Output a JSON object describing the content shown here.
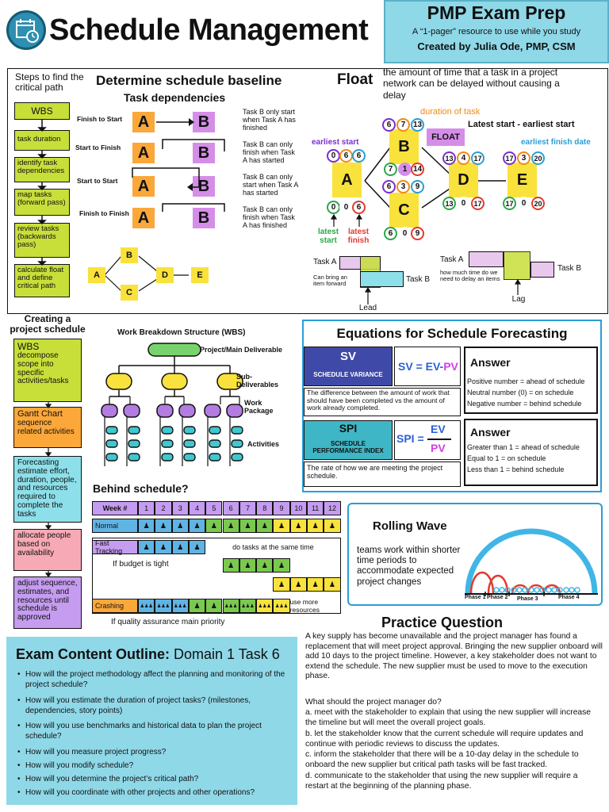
{
  "header": {
    "title": "Schedule Management",
    "badge_title": "PMP Exam Prep",
    "badge_subtitle": "A “1-pager” resource to use while you study",
    "badge_author": "Created by Julia Ode, PMP, CSM"
  },
  "critical_path": {
    "title": "Steps to find the critical path",
    "steps": [
      "WBS",
      "task duration",
      "identify task dependencies",
      "map tasks (forward pass)",
      "review tasks (backwards pass)",
      "calculate float and define critical path"
    ]
  },
  "baseline": {
    "title": "Determine schedule baseline",
    "subtitle": "Task dependencies",
    "deps": [
      {
        "type": "Finish to Start",
        "desc": "Task B only start when Task A has finished"
      },
      {
        "type": "Start to Finish",
        "desc": "Task B can only finish when Task A has started"
      },
      {
        "type": "Start to Start",
        "desc": "Task B can only start when Task A has started"
      },
      {
        "type": "Finish to Finish",
        "desc": "Task B can only finish when Task A has finished"
      }
    ],
    "node_a": "A",
    "node_b": "B",
    "network": [
      "A",
      "B",
      "C",
      "D",
      "E"
    ]
  },
  "float": {
    "title": "Float",
    "description": "the amount of time that a task in a project network can be delayed without causing a delay",
    "label_duration": "duration of task",
    "label_float": "FLOAT",
    "label_latest_minus_earliest": "Latest start - earliest start",
    "label_earliest_start": "earliest start",
    "label_earliest_finish": "earliest finish date",
    "label_latest_start": "latest start",
    "label_latest_finish": "latest finish",
    "nodes": {
      "A": {
        "label": "A",
        "top": [
          "0",
          "6",
          "6"
        ],
        "bottom": [
          "0",
          "0",
          "6"
        ]
      },
      "B": {
        "label": "B",
        "top": [
          "6",
          "7",
          "13"
        ],
        "bottom": [
          "7",
          "1",
          "14"
        ]
      },
      "C": {
        "label": "C",
        "top": [
          "6",
          "3",
          "9"
        ],
        "bottom": [
          "6",
          "0",
          "9"
        ]
      },
      "D": {
        "label": "D",
        "top": [
          "13",
          "4",
          "17"
        ],
        "bottom": [
          "13",
          "0",
          "17"
        ]
      },
      "E": {
        "label": "E",
        "top": [
          "17",
          "3",
          "20"
        ],
        "bottom": [
          "17",
          "0",
          "20"
        ]
      }
    },
    "lead": {
      "task_a": "Task A",
      "task_b": "Task B",
      "note": "Can bring an item forward",
      "label": "Lead"
    },
    "lag": {
      "task_a": "Task A",
      "task_b": "Task B",
      "note": "how much time do we need to delay an items",
      "label": "Lag"
    }
  },
  "create": {
    "title": "Creating a project schedule",
    "steps": [
      {
        "title": "WBS",
        "text": "decompose scope into specific activities/tasks"
      },
      {
        "title": "Gantt Chart",
        "text": "sequence related activities"
      },
      {
        "title": "Forecasting",
        "text": "estimate effort, duration, people, and resources required to complete the tasks"
      },
      {
        "title": "",
        "text": "allocate people based on availability"
      },
      {
        "title": "",
        "text": "adjust sequence, estimates, and resources until schedule is approved"
      }
    ]
  },
  "wbs": {
    "title": "Work Breakdown Structure (WBS)",
    "deliverable": "Project/Main Deliverable",
    "sub": "Sub-Deliverables",
    "package": "Work Package",
    "activities": "Activities"
  },
  "equations": {
    "title": "Equations for Schedule Forecasting",
    "sv": {
      "abbr": "SV",
      "name": "SCHEDULE VARIANCE",
      "formula_lhs": "SV = ",
      "formula_ev": "EV",
      "formula_minus": "-",
      "formula_pv": "PV",
      "desc": "The difference between the amount of work that should have been completed vs the amount of work already completed."
    },
    "sv_answer": {
      "title": "Answer",
      "lines": [
        "Positive number = ahead of schedule",
        "Neutral number (0) = on schedule",
        "Negative number = behind schedule"
      ]
    },
    "spi": {
      "abbr": "SPI",
      "name": "SCHEDULE PERFORMANCE INDEX",
      "formula_lhs": "SPI = ",
      "formula_ev": "EV",
      "formula_pv": "PV",
      "desc": "The rate of how we are meeting the project schedule."
    },
    "spi_answer": {
      "title": "Answer",
      "lines": [
        "Greater than 1 = ahead of schedule",
        "Equal to 1 = on schedule",
        "Less than 1 = behind schedule"
      ]
    }
  },
  "behind": {
    "title": "Behind schedule?",
    "week_label": "Week #",
    "weeks": [
      "1",
      "2",
      "3",
      "4",
      "5",
      "6",
      "7",
      "8",
      "9",
      "10",
      "11",
      "12"
    ],
    "normal": "Normal",
    "fast_tracking": "Fast Tracking",
    "fast_note": "do tasks at the same time",
    "budget_note": "If budget is tight",
    "crashing": "Crashing",
    "crash_note": "use more resources",
    "quality_note": "If quality assurance main priority"
  },
  "rolling": {
    "title": "Rolling Wave",
    "text": "teams work within shorter time periods to accommodate expected project changes",
    "phases": [
      "Phase 1",
      "Phase 2",
      "Phase 3",
      "Phase 4"
    ]
  },
  "outline": {
    "title_bold": "Exam Content Outline:",
    "title_rest": " Domain 1 Task 6",
    "items": [
      "How will the project methodology affect the planning and monitoring of the project schedule?",
      "How will you estimate the duration of project tasks? (milestones, dependencies, story points)",
      "How will you use benchmarks and historical data to plan the project schedule?",
      "How will you measure project progress?",
      "How will you modify schedule?",
      "How will you determine the project’s critical path?",
      "How will you coordinate with other projects and other operations?"
    ]
  },
  "practice": {
    "title": "Practice Question",
    "scenario": "A key supply has become unavailable and the project manager has found a replacement that will meet project approval. Bringing the new supplier onboard will add 10 days to the project timeline. However, a key stakeholder does not want to extend the schedule. The new supplier must be used to move to the execution phase.",
    "question": "What should the project manager do?",
    "options": [
      "a. meet with the stakeholder to explain that using the new supplier will increase the timeline but will meet the overall project goals.",
      "b. let the stakeholder know that the current schedule will require updates and continue with periodic reviews to discuss the updates.",
      "c. inform the stakeholder that there will be a 10-day delay in the schedule to onboard the new supplier but critical path tasks will be fast tracked.",
      "d. communicate to the stakeholder that using the new supplier will require a restart at the beginning of the planning phase."
    ]
  },
  "colors": {
    "yellow": "#f9e23c",
    "orange": "#fba73a",
    "purple": "#d58ee8",
    "lime": "#c8df3a",
    "teal": "#3fb6c6",
    "light_teal": "#8de0ea",
    "navy": "#3f4aa8",
    "pink": "#f7aab5",
    "violet": "#c59cf0",
    "blue": "#5fb4e4",
    "green": "#79c94e",
    "red": "#e23b2e"
  }
}
